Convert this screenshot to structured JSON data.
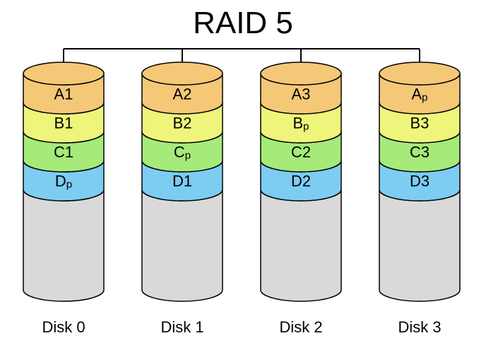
{
  "title": "RAID 5",
  "colors": {
    "A": "#f5c878",
    "B": "#eef57a",
    "C": "#a6ea7a",
    "D": "#7ccdf1",
    "empty": "#d9d9d9",
    "stroke": "#000000"
  },
  "disks": [
    {
      "label": "Disk 0",
      "blocks": [
        {
          "row": "A",
          "base": "A1",
          "sub": ""
        },
        {
          "row": "B",
          "base": "B1",
          "sub": ""
        },
        {
          "row": "C",
          "base": "C1",
          "sub": ""
        },
        {
          "row": "D",
          "base": "D",
          "sub": "p"
        }
      ]
    },
    {
      "label": "Disk 1",
      "blocks": [
        {
          "row": "A",
          "base": "A2",
          "sub": ""
        },
        {
          "row": "B",
          "base": "B2",
          "sub": ""
        },
        {
          "row": "C",
          "base": "C",
          "sub": "p"
        },
        {
          "row": "D",
          "base": "D1",
          "sub": ""
        }
      ]
    },
    {
      "label": "Disk 2",
      "blocks": [
        {
          "row": "A",
          "base": "A3",
          "sub": ""
        },
        {
          "row": "B",
          "base": "B",
          "sub": "p"
        },
        {
          "row": "C",
          "base": "C2",
          "sub": ""
        },
        {
          "row": "D",
          "base": "D2",
          "sub": ""
        }
      ]
    },
    {
      "label": "Disk 3",
      "blocks": [
        {
          "row": "A",
          "base": "A",
          "sub": "p"
        },
        {
          "row": "B",
          "base": "B3",
          "sub": ""
        },
        {
          "row": "C",
          "base": "C3",
          "sub": ""
        },
        {
          "row": "D",
          "base": "D3",
          "sub": ""
        }
      ]
    }
  ]
}
